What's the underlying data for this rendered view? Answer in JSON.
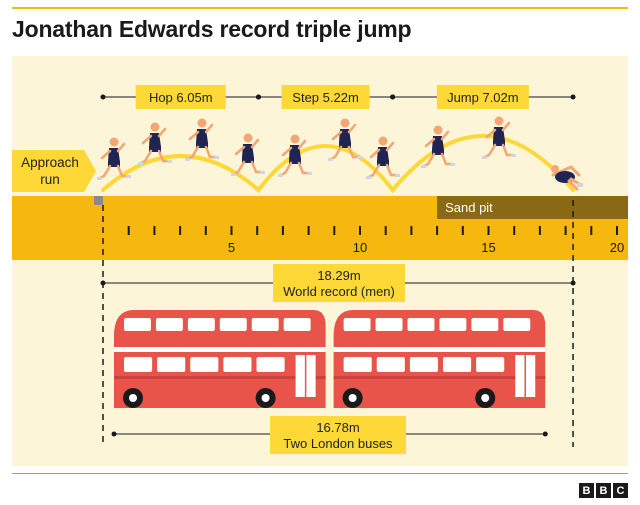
{
  "title": "Jonathan Edwards record triple jump",
  "phases": [
    {
      "label": "Hop 6.05m",
      "start": 0,
      "end": 6.05
    },
    {
      "label": "Step 5.22m",
      "start": 6.05,
      "end": 11.27
    },
    {
      "label": "Jump 7.02m",
      "start": 11.27,
      "end": 18.29
    }
  ],
  "approach_label": {
    "line1": "Approach",
    "line2": "run"
  },
  "sand_pit_label": "Sand pit",
  "sand_pit_start_m": 13,
  "track_ticks": [
    1,
    2,
    3,
    4,
    5,
    6,
    7,
    8,
    9,
    10,
    11,
    12,
    13,
    14,
    15,
    16,
    17,
    18,
    19,
    20
  ],
  "track_labels": [
    {
      "value": 5,
      "label": "5"
    },
    {
      "value": 10,
      "label": "10"
    },
    {
      "value": 15,
      "label": "15"
    },
    {
      "value": 20,
      "label": "20"
    }
  ],
  "world_record": {
    "value": "18.29m",
    "label": "World record (men)",
    "distance_m": 18.29
  },
  "buses": {
    "value": "16.78m",
    "label": "Two London buses",
    "distance_m": 16.78
  },
  "colors": {
    "panel": "#fdf5d8",
    "yellow": "#fdd836",
    "track": "#f6b80e",
    "sand": "#8b6914",
    "bus": "#e8534a",
    "runner": "#1f2452"
  },
  "brand": [
    "B",
    "B",
    "C"
  ]
}
